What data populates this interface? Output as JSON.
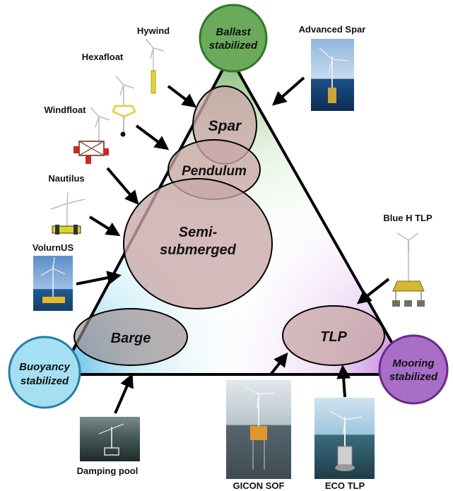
{
  "corners": {
    "top": {
      "line1": "Ballast",
      "line2": "stabilized",
      "color": "#6aaa5a"
    },
    "left": {
      "line1": "Buoyancy",
      "line2": "stabilized",
      "color": "#9fdcf0"
    },
    "right": {
      "line1": "Mooring",
      "line2": "stabilized",
      "color": "#a86ec8"
    }
  },
  "categories": {
    "spar": "Spar",
    "pendulum": "Pendulum",
    "semi_line1": "Semi-",
    "semi_line2": "submerged",
    "barge": "Barge",
    "tlp": "TLP"
  },
  "concepts": {
    "hywind": "Hywind",
    "hexafloat": "Hexafloat",
    "windfloat": "Windfloat",
    "nautilus": "Nautilus",
    "volturnus": "VolurnUS",
    "advanced_spar": "Advanced Spar",
    "blue_h_tlp": "Blue H TLP",
    "damping_pool": "Damping pool",
    "gicon_sof": "GICON SOF",
    "eco_tlp": "ECO TLP"
  },
  "colors": {
    "category_fill": "#c9a8a8",
    "triangle_stroke": "#000000"
  }
}
